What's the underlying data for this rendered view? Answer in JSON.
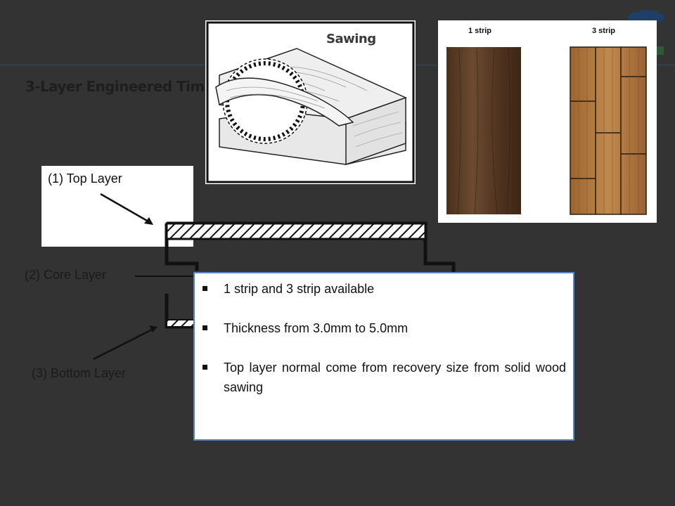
{
  "slide": {
    "title": "3-Layer Engineered Timber",
    "background": "#333333",
    "accent": "#5b87c0"
  },
  "sawing_image": {
    "label": "Sawing",
    "icon": "circular-saw-cutting-timber-illustration"
  },
  "strip_image": {
    "labels": [
      "1 strip",
      "3 strip"
    ],
    "colors": {
      "one_strip": "#5a3a24",
      "three_strip": "#b27a40"
    }
  },
  "diagram": {
    "layers": [
      "(1) Top Layer",
      "(2) Core Layer",
      "(3) Bottom Layer"
    ]
  },
  "textbox": {
    "bullets": [
      "1 strip and 3 strip available",
      "Thickness from 3.0mm to 5.0mm",
      "Top layer normal come from recovery size from solid wood sawing"
    ]
  }
}
